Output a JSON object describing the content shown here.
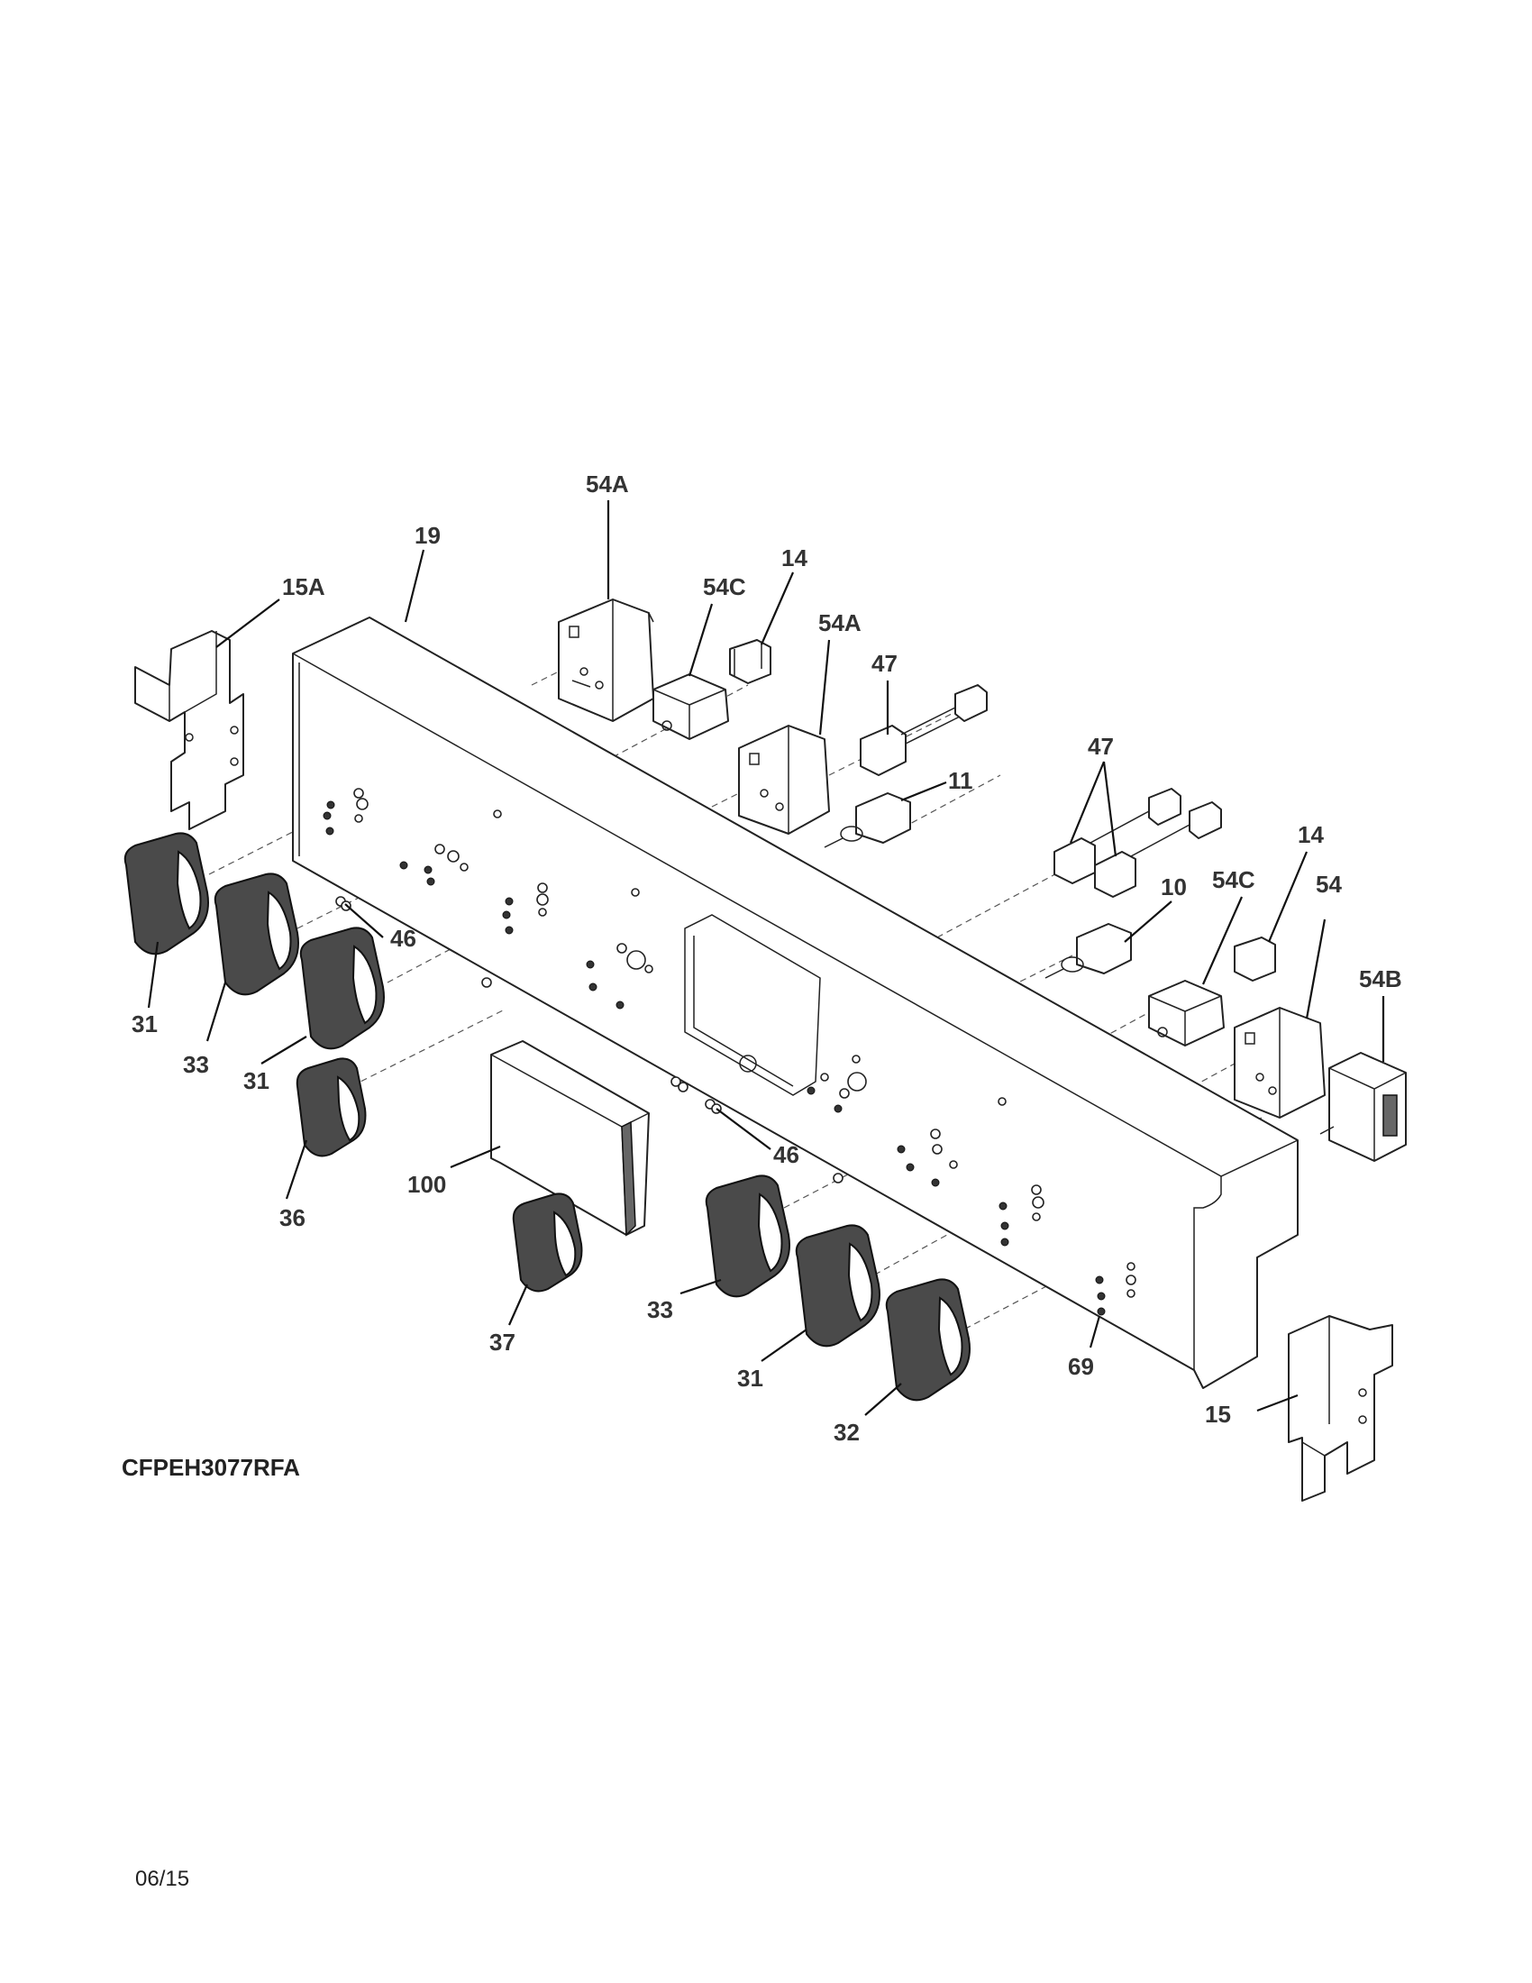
{
  "diagram": {
    "model_number": "CFPEH3077RFA",
    "date_code": "06/15",
    "callouts": {
      "c54A_top": "54A",
      "c19": "19",
      "c15A": "15A",
      "c54C_top": "54C",
      "c14_top": "14",
      "c54A_mid": "54A",
      "c47_top": "47",
      "c11": "11",
      "c47_right": "47",
      "c14_right": "14",
      "c10": "10",
      "c54C_right": "54C",
      "c54": "54",
      "c54B": "54B",
      "c46_left": "46",
      "c31_a": "31",
      "c33_a": "33",
      "c31_b": "31",
      "c36": "36",
      "c100": "100",
      "c46_mid": "46",
      "c37": "37",
      "c33_b": "33",
      "c31_c": "31",
      "c32": "32",
      "c69": "69",
      "c15": "15"
    }
  }
}
